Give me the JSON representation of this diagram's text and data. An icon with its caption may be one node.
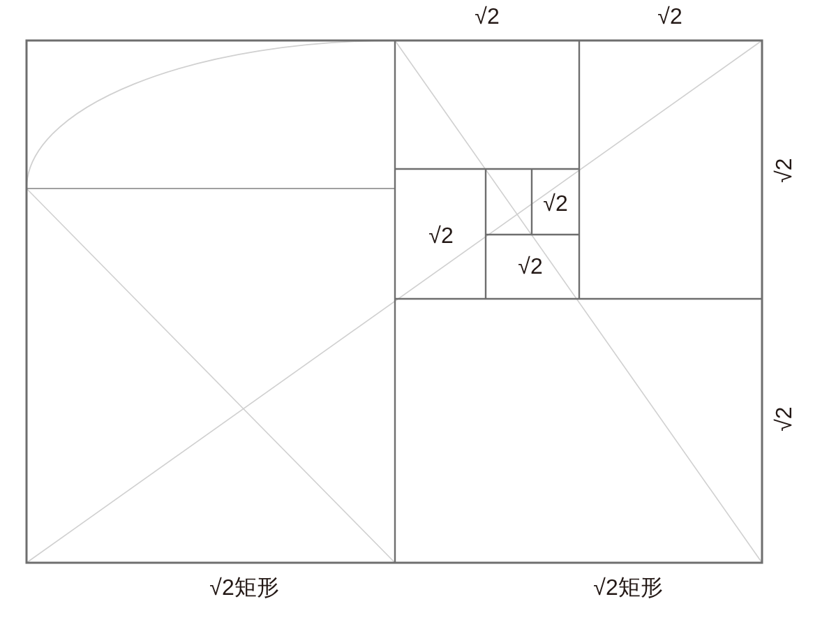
{
  "diagram": {
    "labels": [
      "√2",
      "√2",
      "√2",
      "√2",
      "√2",
      "√2",
      "√2",
      "√2矩形",
      "√2矩形"
    ]
  }
}
